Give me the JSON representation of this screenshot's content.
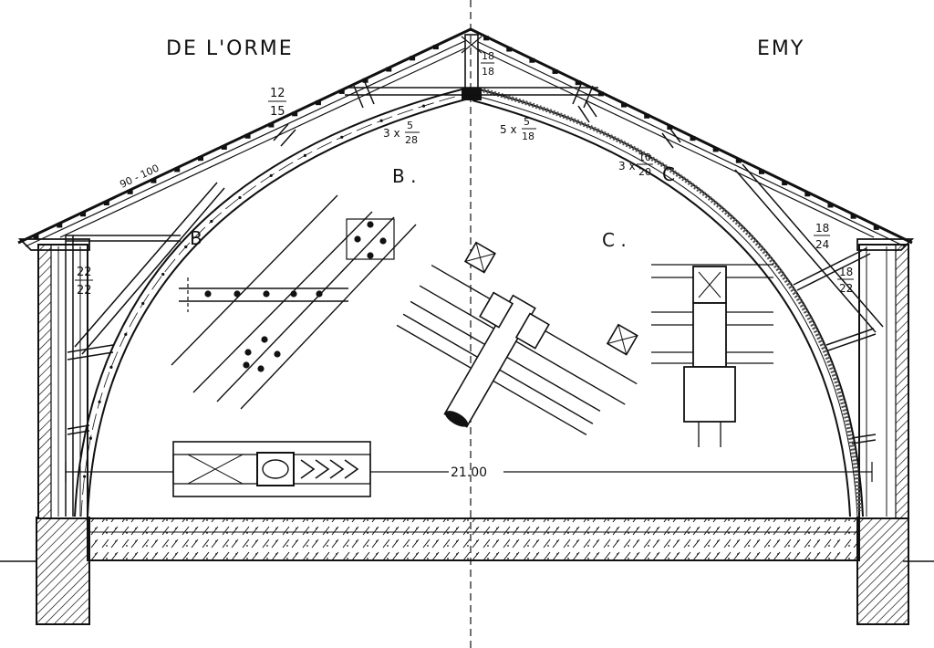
{
  "labels": {
    "left_title": "DE L'ORME",
    "right_title": "EMY",
    "detail_b_title": "B .",
    "detail_c_title": "C .",
    "marker_b": "B",
    "marker_c": "C",
    "span": "21.00",
    "spacing": "90 - 100"
  },
  "fractions": {
    "ridge": {
      "num": "18",
      "den": "18"
    },
    "rafter_left": {
      "num": "12",
      "den": "15"
    },
    "wall_post": {
      "num": "22",
      "den": "22"
    },
    "arch_left": {
      "pre": "3 x",
      "num": "5",
      "den": "28"
    },
    "arch_right": {
      "pre": "5 x",
      "num": "5",
      "den": "18"
    },
    "arch_c": {
      "pre": "3 x",
      "num": "10",
      "den": "20"
    },
    "rafter_right": {
      "num": "18",
      "den": "24"
    },
    "strut_right": {
      "num": "18",
      "den": "22"
    }
  }
}
